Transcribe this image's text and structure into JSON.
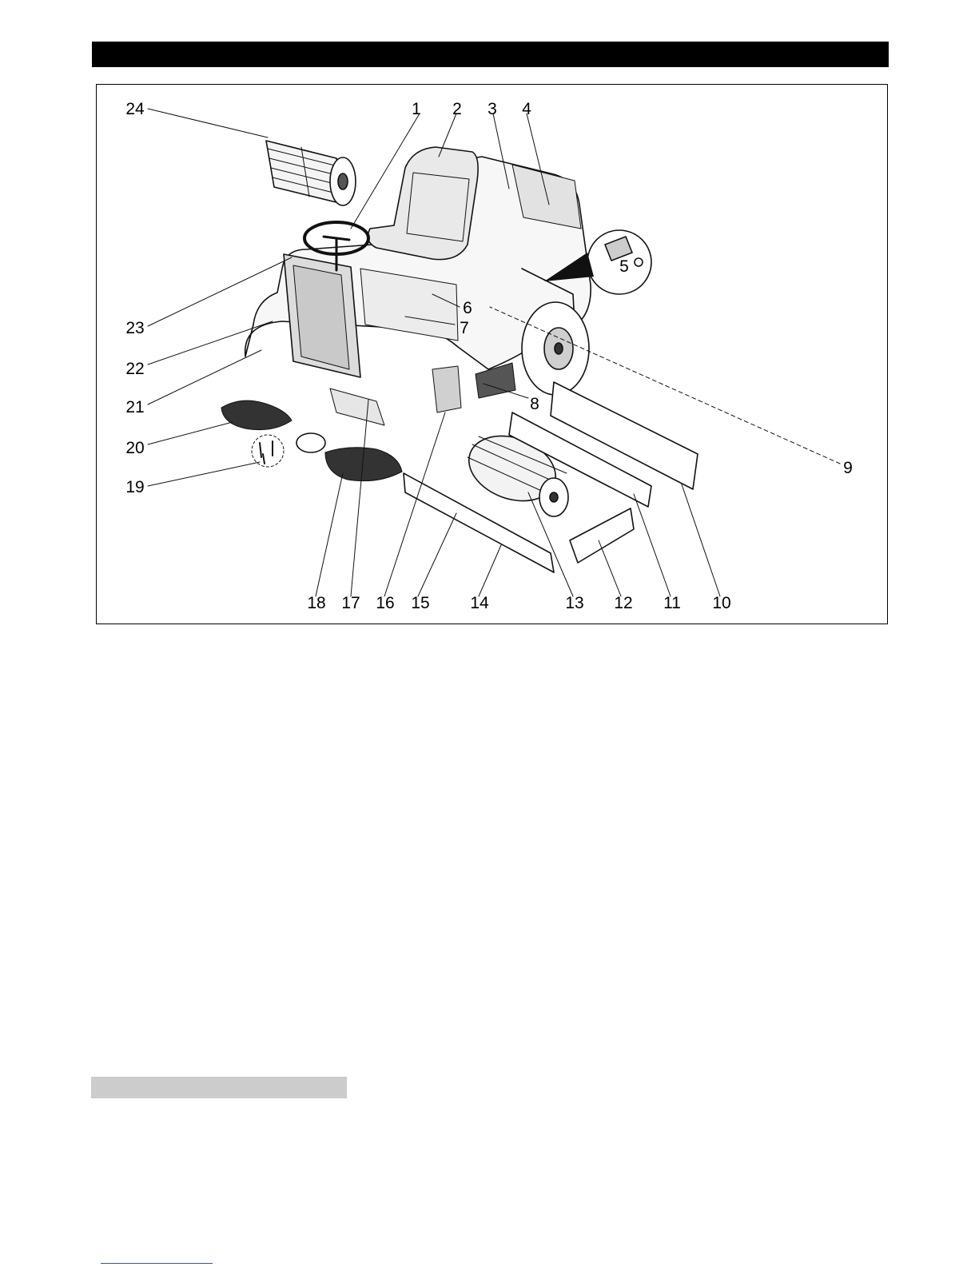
{
  "figure": {
    "callouts": [
      "1",
      "2",
      "3",
      "4",
      "5",
      "6",
      "7",
      "8",
      "9",
      "10",
      "11",
      "12",
      "13",
      "14",
      "15",
      "16",
      "17",
      "18",
      "19",
      "20",
      "21",
      "22",
      "23",
      "24"
    ]
  },
  "colors": {
    "header_bar": "#000000",
    "section_bar": "#cccccc",
    "footer_rule": "#2b55c8"
  }
}
